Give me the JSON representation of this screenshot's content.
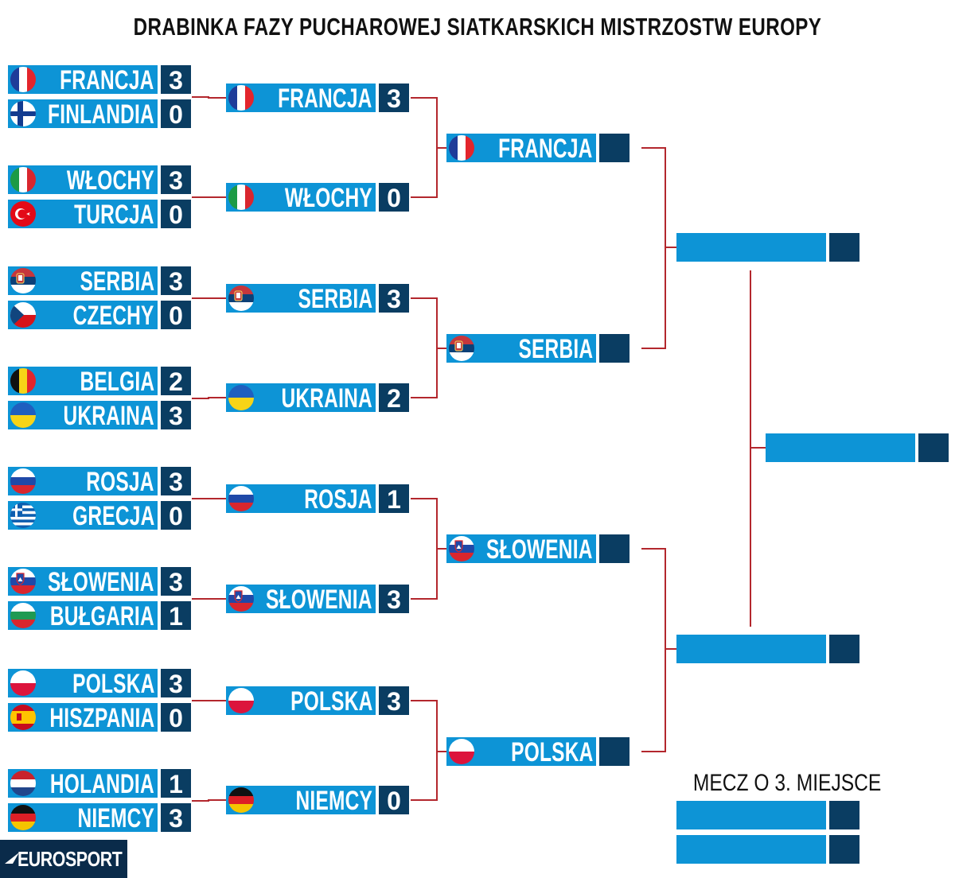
{
  "title": "DRABINKA FAZY PUCHAROWEJ SIATKARSKICH MISTRZOSTW EUROPY",
  "third_place_label": "MECZ O 3. MIEJSCE",
  "logo_text": "EUROSPORT",
  "colors": {
    "name_bar": "#0d94d6",
    "score_box": "#0a3d62",
    "connector": "#b3272d"
  },
  "round_of_16": [
    [
      {
        "team": "FRANCJA",
        "score": "3",
        "flag": "france"
      },
      {
        "team": "FINLANDIA",
        "score": "0",
        "flag": "finland"
      }
    ],
    [
      {
        "team": "WŁOCHY",
        "score": "3",
        "flag": "italy"
      },
      {
        "team": "TURCJA",
        "score": "0",
        "flag": "turkey"
      }
    ],
    [
      {
        "team": "SERBIA",
        "score": "3",
        "flag": "serbia"
      },
      {
        "team": "CZECHY",
        "score": "0",
        "flag": "czechia"
      }
    ],
    [
      {
        "team": "BELGIA",
        "score": "2",
        "flag": "belgium"
      },
      {
        "team": "UKRAINA",
        "score": "3",
        "flag": "ukraine"
      }
    ],
    [
      {
        "team": "ROSJA",
        "score": "3",
        "flag": "russia"
      },
      {
        "team": "GRECJA",
        "score": "0",
        "flag": "greece"
      }
    ],
    [
      {
        "team": "SŁOWENIA",
        "score": "3",
        "flag": "slovenia"
      },
      {
        "team": "BUŁGARIA",
        "score": "1",
        "flag": "bulgaria"
      }
    ],
    [
      {
        "team": "POLSKA",
        "score": "3",
        "flag": "poland"
      },
      {
        "team": "HISZPANIA",
        "score": "0",
        "flag": "spain"
      }
    ],
    [
      {
        "team": "HOLANDIA",
        "score": "1",
        "flag": "netherlands"
      },
      {
        "team": "NIEMCY",
        "score": "3",
        "flag": "germany"
      }
    ]
  ],
  "quarterfinals": [
    {
      "team": "FRANCJA",
      "score": "3",
      "flag": "france"
    },
    {
      "team": "WŁOCHY",
      "score": "0",
      "flag": "italy"
    },
    {
      "team": "SERBIA",
      "score": "3",
      "flag": "serbia"
    },
    {
      "team": "UKRAINA",
      "score": "2",
      "flag": "ukraine"
    },
    {
      "team": "ROSJA",
      "score": "1",
      "flag": "russia"
    },
    {
      "team": "SŁOWENIA",
      "score": "3",
      "flag": "slovenia"
    },
    {
      "team": "POLSKA",
      "score": "3",
      "flag": "poland"
    },
    {
      "team": "NIEMCY",
      "score": "0",
      "flag": "germany"
    }
  ],
  "semifinals": [
    {
      "team": "FRANCJA",
      "score": "",
      "flag": "france"
    },
    {
      "team": "SERBIA",
      "score": "",
      "flag": "serbia"
    },
    {
      "team": "SŁOWENIA",
      "score": "",
      "flag": "slovenia"
    },
    {
      "team": "POLSKA",
      "score": "",
      "flag": "poland"
    }
  ],
  "finalists": [
    {
      "team": "",
      "score": "",
      "flag": ""
    },
    {
      "team": "",
      "score": "",
      "flag": ""
    }
  ],
  "champion": {
    "team": "",
    "score": "",
    "flag": ""
  },
  "third_place": [
    {
      "team": "",
      "score": "",
      "flag": ""
    },
    {
      "team": "",
      "score": "",
      "flag": ""
    }
  ]
}
